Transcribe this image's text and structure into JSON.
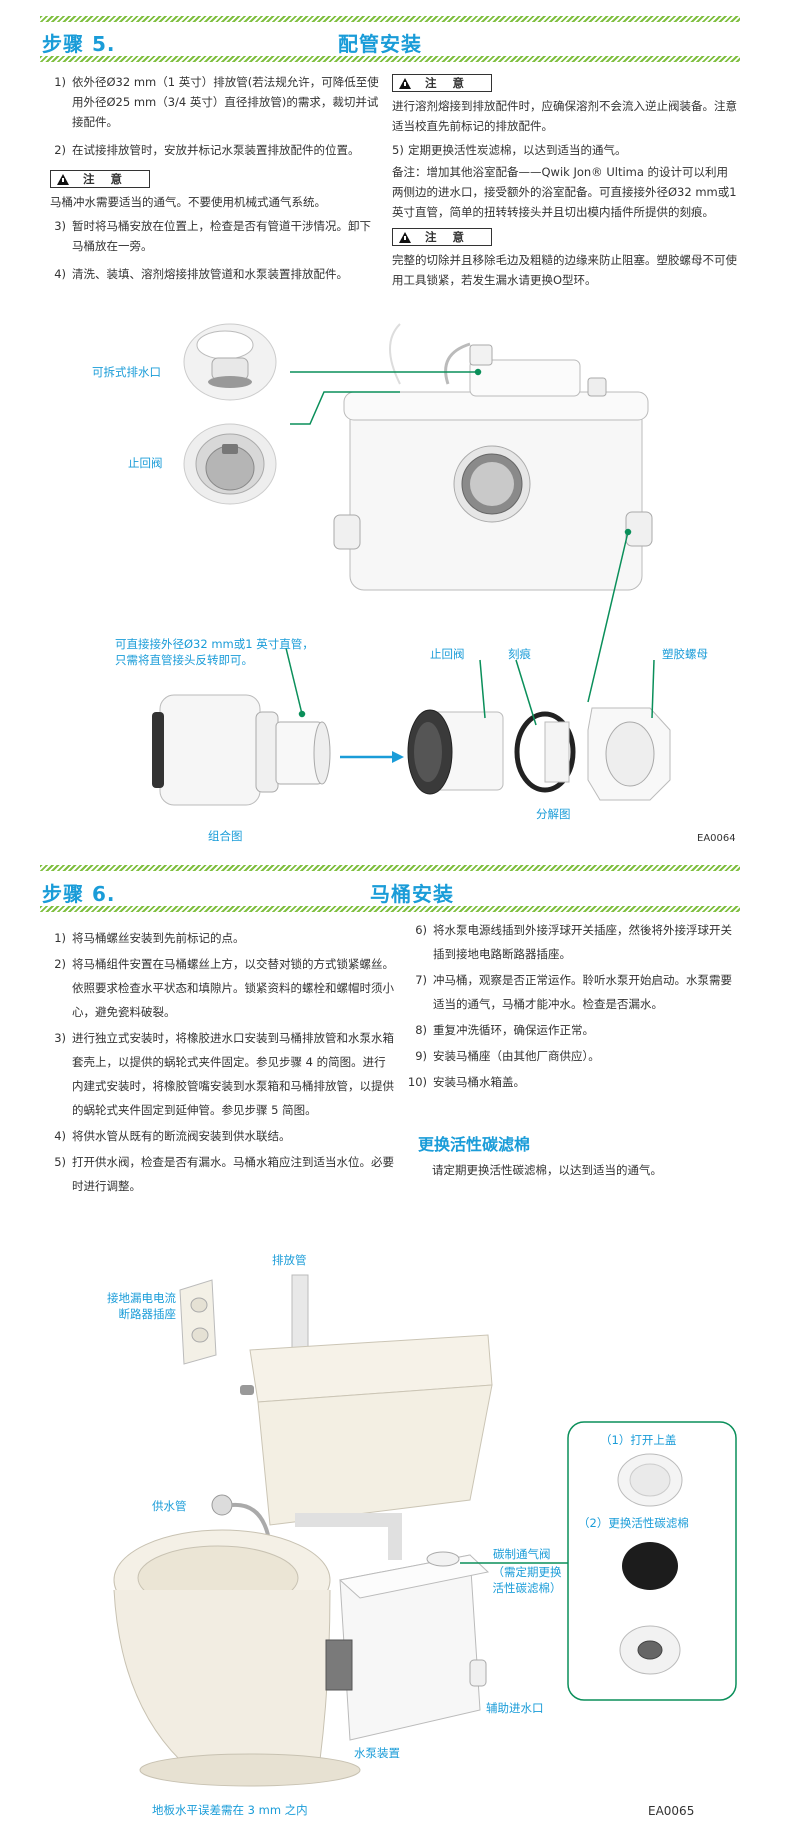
{
  "step5": {
    "title": "步骤 5.",
    "subtitle": "配管安装",
    "left_items": [
      {
        "num": "1)",
        "text": "依外径Ø32 mm（1 英寸）排放管(若法规允许，可降低至使用外径Ø25 mm（3/4 英寸）直径排放管)的需求，裁切并试接配件。"
      },
      {
        "num": "2)",
        "text": "在试接排放管时，安放并标记水泵装置排放配件的位置。"
      }
    ],
    "caution_label": "注 意",
    "caution1_text": "马桶冲水需要适当的通气。不要使用机械式通气系统。",
    "left_items2": [
      {
        "num": "3)",
        "text": "暂时将马桶安放在位置上，检查是否有管道干涉情况。卸下马桶放在一旁。"
      },
      {
        "num": "4)",
        "text": "清洗、装填、溶剂熔接排放管道和水泵装置排放配件。"
      }
    ],
    "caution2_text": "进行溶剂熔接到排放配件时，应确保溶剂不会流入逆止阀装备。注意适当校直先前标记的排放配件。",
    "item5": {
      "num": "5)",
      "text": "定期更换活性炭滤棉，以达到适当的通气。"
    },
    "note_text": "备注：增加其他浴室配备——Qwik Jon® Ultima 的设计可以利用两侧边的进水口，接受额外的浴室配备。可直接接外径Ø32 mm或1 英寸直管，简单的扭转转接头并且切出模内插件所提供的刻痕。",
    "caution3_text": "完整的切除并且移除毛边及粗糙的边缘来防止阻塞。塑胶螺母不可使用工具锁紧，若发生漏水请更换O型环。",
    "labels": {
      "removable_outlet": "可拆式排水口",
      "check_valve": "止回阀",
      "direct_pipe": "可直接接外径Ø32 mm或1 英寸直管，",
      "direct_pipe2": "只需将直管接头反转即可。",
      "check_valve2": "止回阀",
      "gasket": "刻痕",
      "plastic_nut": "塑胶螺母",
      "assembled": "组合图",
      "exploded": "分解图",
      "code": "EA0064"
    }
  },
  "step6": {
    "title": "步骤 6.",
    "subtitle": "马桶安装",
    "left_items": [
      {
        "num": "1)",
        "text": "将马桶螺丝安装到先前标记的点。"
      },
      {
        "num": "2)",
        "text": "将马桶组件安置在马桶螺丝上方，以交替对锁的方式锁紧螺丝。依照要求检查水平状态和填隙片。锁紧资料的螺栓和螺帽时须小心，避免瓷料破裂。"
      },
      {
        "num": "3)",
        "text": "进行独立式安装时，将橡胶进水口安装到马桶排放管和水泵水箱套壳上，以提供的蜗轮式夹件固定。参见步骤 4 的简图。进行内建式安装时，将橡胶管嘴安装到水泵箱和马桶排放管，以提供的蜗轮式夹件固定到延伸管。参见步骤 5 简图。"
      },
      {
        "num": "4)",
        "text": "将供水管从既有的断流阀安装到供水联结。"
      },
      {
        "num": "5)",
        "text": "打开供水阀，检查是否有漏水。马桶水箱应注到适当水位。必要时进行调整。"
      }
    ],
    "right_items": [
      {
        "num": "6)",
        "text": "将水泵电源线插到外接浮球开关插座，然後将外接浮球开关插到接地电路断路器插座。"
      },
      {
        "num": "7)",
        "text": "冲马桶，观察是否正常运作。聆听水泵开始启动。水泵需要适当的通气，马桶才能冲水。检查是否漏水。"
      },
      {
        "num": "8)",
        "text": "重复冲洗循环，确保运作正常。"
      },
      {
        "num": "9)",
        "text": "安装马桶座（由其他厂商供应）。"
      },
      {
        "num": "10)",
        "text": "安装马桶水箱盖。"
      }
    ],
    "filter_heading": "更换活性碳滤棉",
    "filter_text": "请定期更换活性碳滤棉，以达到适当的通气。",
    "labels": {
      "outlet_pipe": "排放管",
      "gfci": "接地漏电电流\n断路器插座",
      "supply": "供水管",
      "vent": "碳制通气阀",
      "vent_note": "（需定期更换\n活性碳滤棉）",
      "aux_inlet": "辅助进水口",
      "pump": "水泵装置",
      "floor": "地板水平误差需在 3 mm 之内",
      "open_cover": "（1）打开上盖",
      "replace_filter": "（2）更换活性碳滤棉",
      "code": "EA0065"
    }
  },
  "colors": {
    "accent": "#1a9cd8",
    "hatch": "#7fbf3f",
    "leader": "#0a8f5a"
  }
}
